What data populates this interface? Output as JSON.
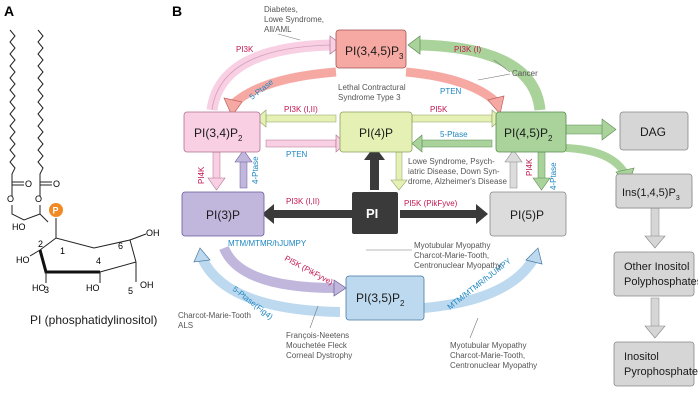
{
  "panels": {
    "a": "A",
    "b": "B"
  },
  "molecule": {
    "name": "PI (phosphatidylinositol)",
    "phosphate": "P",
    "atoms": {
      "ho1": "HO",
      "ho2": "HO",
      "ho3": "HO",
      "ho4": "HO",
      "oh1": "OH",
      "oh2": "OH",
      "o1": "O",
      "o2": "O",
      "o3": "O",
      "o4": "O"
    },
    "positions": [
      "1",
      "2",
      "3",
      "4",
      "5",
      "6"
    ]
  },
  "nodes": {
    "pi345": {
      "main": "PI(3,4,5)P",
      "sub": "3"
    },
    "pi34": {
      "main": "PI(3,4)P",
      "sub": "2"
    },
    "pi4": {
      "main": "PI(4)P",
      "sub": ""
    },
    "pi45": {
      "main": "PI(4,5)P",
      "sub": "2"
    },
    "dag": {
      "main": "DAG",
      "sub": ""
    },
    "pi3": {
      "main": "PI(3)P",
      "sub": ""
    },
    "pi": {
      "main": "PI",
      "sub": ""
    },
    "pi5": {
      "main": "PI(5)P",
      "sub": ""
    },
    "ins145": {
      "main": "Ins(1,4,5)P",
      "sub": "3"
    },
    "pi35": {
      "main": "PI(3,5)P",
      "sub": "2"
    },
    "other_line1": "Other Inositol",
    "other_line2": "Polyphosphates",
    "pyro_line1": "Inositol",
    "pyro_line2": "Pyrophosphates"
  },
  "enzymes": {
    "pi3k_i_left": "PI3K",
    "ptase5_left": "5-Ptase",
    "pi3k_i_right": "PI3K (I)",
    "pten_top": "PTEN",
    "pi3k_i_ii_top": "PI3K (I,II)",
    "pi5k_top": "PI5K",
    "pten_mid": "PTEN",
    "ptase5_mid": "5-Ptase",
    "pi4k_left": "PI4K",
    "ptase4_left": "4-Ptase",
    "pi4k_right": "PI4K",
    "ptase4_right": "4-Ptase",
    "pi3k_i_ii_bottom": "PI3K (I,II)",
    "pi5k_pikfyve": "PI5K (PikFyve)",
    "mtm_left": "MTM/MTMR/hJUMPY",
    "pi5k_pikfyve_diag": "PI5K (PikFyve)",
    "ptase5_fig4": "5-Ptase(Fig4)",
    "mtm_right": "MTM/MTMR/hJUMPY"
  },
  "diseases": {
    "top": [
      "Diabetes,",
      "Lowe Syndrome,",
      "All/AML"
    ],
    "cancer": "Cancer",
    "lethal": [
      "Lethal Contractural",
      "Syndrome Type 3"
    ],
    "lowe": [
      "Lowe Syndrome, Psych-",
      "iatric Disease, Down Syn-",
      "drome, Alzheimer's Disease"
    ],
    "myotubular_top": [
      "Myotubular Myopathy",
      "Charcot-Marie-Tooth,",
      "Centronuclear Myopathy"
    ],
    "cmt_als": [
      "Charcot-Marie-Tooth",
      "ALS"
    ],
    "francois": [
      "François-Neetens",
      "Mouchetée Fleck",
      "Corneal Dystrophy"
    ],
    "myotubular_bottom": [
      "Myotubular Myopathy",
      "Charcot-Marie-Tooth,",
      "Centronuclear Myopathy"
    ]
  },
  "colors": {
    "pi345": "#f6a9a3",
    "pi34": "#f8cfe3",
    "pi4": "#e4f0b4",
    "pi45": "#a9d39a",
    "pi3": "#c1b6dc",
    "pi": "#3a3a3a",
    "pi5": "#dcdcdc",
    "pi35": "#bcd9ef",
    "grey_box": "#d6d6d6",
    "enzyme_red": "#c4174f",
    "enzyme_blue": "#1d86c2",
    "phosphate": "#f08a24"
  }
}
